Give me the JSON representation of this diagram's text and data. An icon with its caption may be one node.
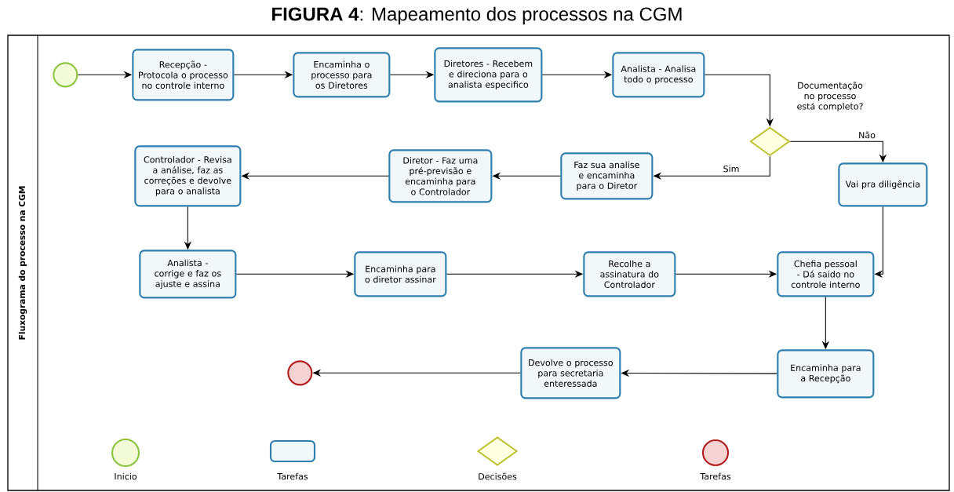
{
  "diagram": {
    "title": "**FIGURA 4**: Mapeamento dos processos na CGM",
    "nodes": [
      {
        "text": [
          "Fluxograma do processo na CGM"
        ]
      },
      {
        "text": [],
        "shape": "circle",
        "in": 0
      },
      {
        "text": [
          "Recepção - Protocola o processo no controle interno"
        ],
        "in": 0
      },
      {
        "text": [
          "Encaminha o processo para os Diretores"
        ],
        "in": 0
      },
      {
        "text": [
          "Diretores - Recebem e direciona para o analista especifico"
        ],
        "in": 0
      },
      {
        "text": [
          "Analista - Analisa todo o processo"
        ],
        "in": 0
      },
      {
        "text": [],
        "shape": "diamond",
        "beside": [
          "Documentação no processo está completo?"
        ],
        "in": 0
      },
      {
        "text": [
          "Vai pra diligência"
        ],
        "in": 0
      },
      {
        "text": [
          "Faz sua analise e encaminha para o Diretor"
        ],
        "in": 0
      },
      {
        "text": [
          "Diretor - Faz uma pré-previsão e encaminha para o Controlador"
        ],
        "in": 0
      },
      {
        "text": [
          "Controlador - Revisa a análise, faz as correções e devolve para o analista"
        ],
        "in": 0
      },
      {
        "text": [
          "Analista - corrige e faz os ajuste e assina"
        ],
        "in": 0
      },
      {
        "text": [
          "Encaminha para o diretor assinar"
        ],
        "in": 0
      },
      {
        "text": [
          "Recolhe a assinatura do Controlador"
        ],
        "in": 0
      },
      {
        "text": [
          "Chefia pessoal - Dá saido no controle interno"
        ],
        "in": 0
      },
      {
        "text": [
          "Encaminha para a Recepção"
        ],
        "in": 0
      },
      {
        "text": [
          "Devolve o processo para secretaria enteressada"
        ],
        "in": 0
      },
      {
        "text": [],
        "shape": "circle",
        "in": 0
      }
    ],
    "edges": [
      {
        "from": 1,
        "to": 2,
        "arrow": "to"
      },
      {
        "from": 2,
        "to": 3,
        "arrow": "to"
      },
      {
        "from": 3,
        "to": 4,
        "arrow": "to"
      },
      {
        "from": 4,
        "to": 5,
        "arrow": "to"
      },
      {
        "from": 5,
        "to": 6,
        "arrow": "to"
      },
      {
        "from": 6,
        "to": 7,
        "arrow": "to",
        "label": "Não"
      },
      {
        "from": 6,
        "to": 8,
        "arrow": "to",
        "label": "Sim"
      },
      {
        "from": 8,
        "to": 9,
        "arrow": "to"
      },
      {
        "from": 9,
        "to": 10,
        "arrow": "to"
      },
      {
        "from": 10,
        "to": 11,
        "arrow": "to"
      },
      {
        "from": 11,
        "to": 12,
        "arrow": "to"
      },
      {
        "from": 12,
        "to": 13,
        "arrow": "to"
      },
      {
        "from": 13,
        "to": 14,
        "arrow": "to"
      },
      {
        "from": 7,
        "to": 14,
        "arrow": "to"
      },
      {
        "from": 14,
        "to": 15,
        "arrow": "to"
      },
      {
        "from": 15,
        "to": 16,
        "arrow": "to"
      },
      {
        "from": 16,
        "to": 17,
        "arrow": "to"
      }
    ],
    "legend": [
      {
        "text": "Inicio"
      },
      {
        "text": "Tarefas"
      },
      {
        "text": "Decisões"
      },
      {
        "text": "Tarefas"
      }
    ]
  }
}
